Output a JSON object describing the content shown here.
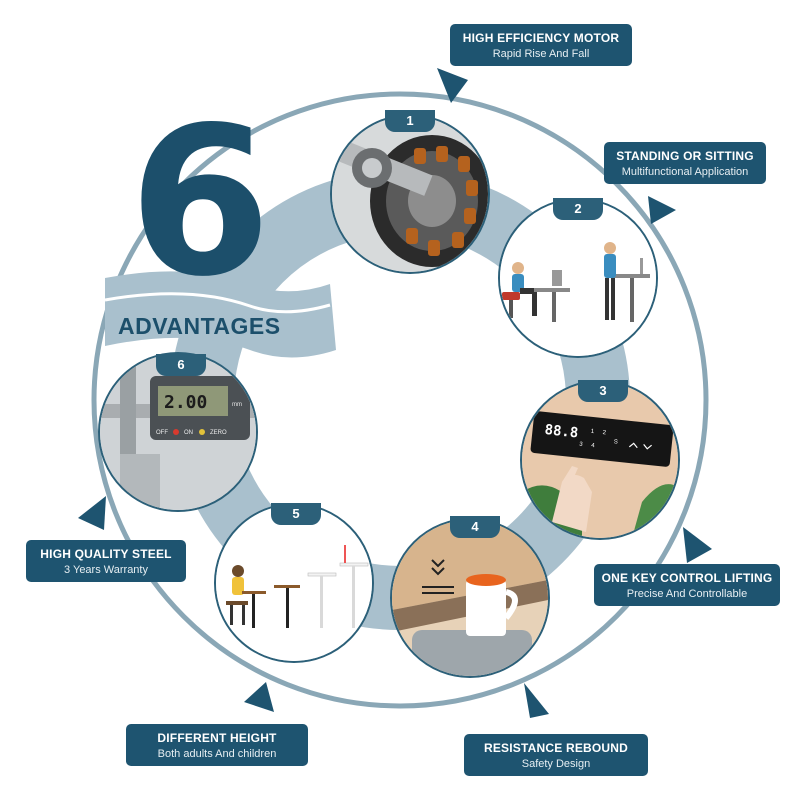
{
  "hero": {
    "number": "6",
    "word": "ADVANTAGES"
  },
  "advantages": [
    {
      "num": "1",
      "title": "HIGH EFFICIENCY MOTOR",
      "subtitle": "Rapid Rise And Fall",
      "image": "motor"
    },
    {
      "num": "2",
      "title": "STANDING OR SITTING",
      "subtitle": "Multifunctional Application",
      "image": "sit-stand"
    },
    {
      "num": "3",
      "title": "ONE KEY CONTROL LIFTING",
      "subtitle": "Precise And Controllable",
      "image": "control-panel"
    },
    {
      "num": "4",
      "title": "RESISTANCE REBOUND",
      "subtitle": "Safety Design",
      "image": "mug-on-desk"
    },
    {
      "num": "5",
      "title": "DIFFERENT HEIGHT",
      "subtitle": "Both adults And children",
      "image": "desk-heights"
    },
    {
      "num": "6",
      "title": "HIGH QUALITY STEEL",
      "subtitle": "3 Years Warranty",
      "image": "caliper"
    }
  ],
  "panel_display": {
    "digits": "88.8",
    "keys": [
      "1",
      "2",
      "3",
      "4",
      "S"
    ]
  },
  "caliper_display": {
    "reading": "2.00",
    "unit": "mm",
    "buttons": [
      "OFF",
      "ON",
      "ZERO"
    ]
  },
  "colors": {
    "primary": "#1e5470",
    "ring": "#a8bfcc",
    "outer_ring": "#7f9eae",
    "ribbon": "#9db7c5"
  },
  "icons": [
    "arrow-icon",
    "compress-arrows-icon"
  ]
}
